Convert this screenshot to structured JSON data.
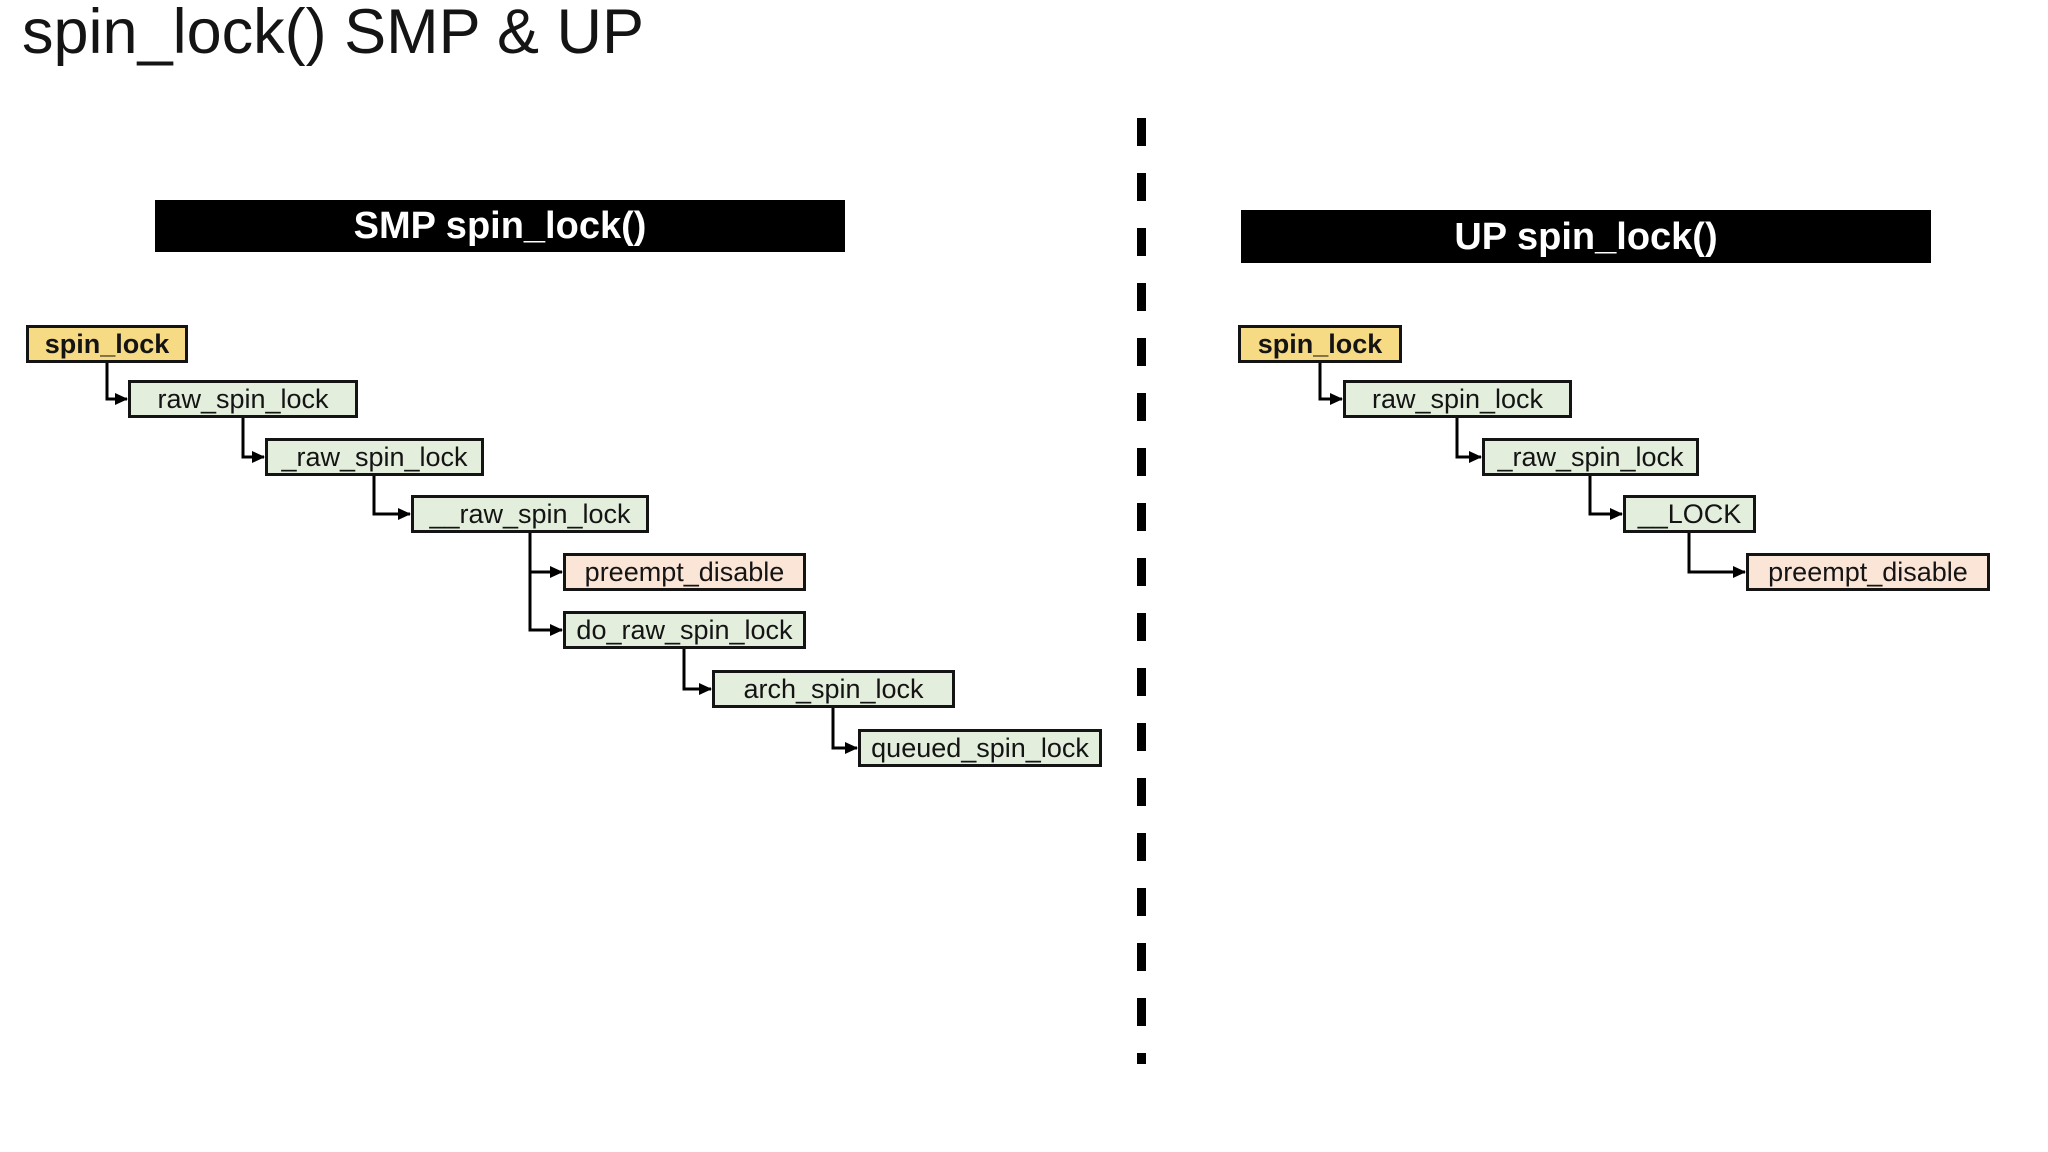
{
  "title": "spin_lock() SMP & UP",
  "colors": {
    "header_bg": "#000000",
    "header_text": "#ffffff",
    "entry_fill": "#f7db84",
    "call_fill": "#e4eedd",
    "special_fill": "#fbe5d6",
    "border": "#141414",
    "line": "#000000"
  },
  "panels": [
    {
      "header": "SMP spin_lock()",
      "nodes": [
        {
          "label": "spin_lock",
          "type": "entry"
        },
        {
          "label": "raw_spin_lock",
          "type": "call"
        },
        {
          "label": "_raw_spin_lock",
          "type": "call"
        },
        {
          "label": "__raw_spin_lock",
          "type": "call"
        },
        {
          "label": "preempt_disable",
          "type": "special"
        },
        {
          "label": "do_raw_spin_lock",
          "type": "call"
        },
        {
          "label": "arch_spin_lock",
          "type": "call"
        },
        {
          "label": "queued_spin_lock",
          "type": "call"
        }
      ]
    },
    {
      "header": "UP spin_lock()",
      "nodes": [
        {
          "label": "spin_lock",
          "type": "entry"
        },
        {
          "label": "raw_spin_lock",
          "type": "call"
        },
        {
          "label": "_raw_spin_lock",
          "type": "call"
        },
        {
          "label": "__LOCK",
          "type": "call"
        },
        {
          "label": "preempt_disable",
          "type": "special"
        }
      ]
    }
  ]
}
